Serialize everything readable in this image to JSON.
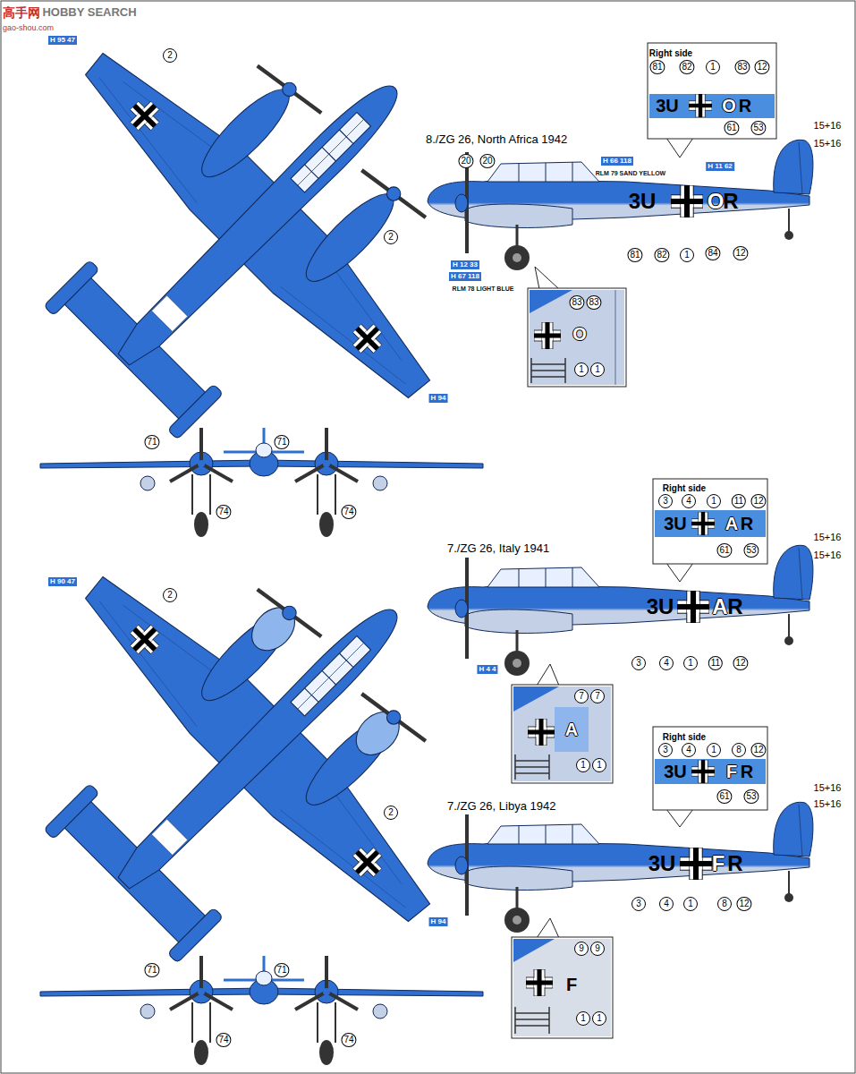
{
  "diagram": {
    "labels": [
      "高手网",
      "HOBBY SEARCH",
      "gao-shou.com",
      "2",
      "2",
      "H 95 47",
      "H 94",
      "Right side",
      "81",
      "82",
      "1",
      "83",
      "12",
      "3U",
      "O",
      "R",
      "61",
      "53",
      "8./ZG 26, North Africa 1942",
      "20",
      "20",
      "H 66 118",
      "RLM 79 SAND YELLOW",
      "H 11 62",
      "15+16",
      "15+16",
      "3U",
      "O",
      "R",
      "81",
      "82",
      "1",
      "84",
      "12",
      "H 12 33",
      "H 67 118",
      "RLM 78 LIGHT BLUE",
      "83",
      "83",
      "O",
      "1",
      "1",
      "71",
      "71",
      "74",
      "74",
      "Right side",
      "3",
      "4",
      "1",
      "11",
      "12",
      "3U",
      "A",
      "R",
      "61",
      "53",
      "15+16",
      "15+16",
      "7./ZG 26, Italy 1941",
      "3U",
      "A",
      "R",
      "3",
      "4",
      "1",
      "11",
      "12",
      "H 4 4",
      "7",
      "7",
      "A",
      "1",
      "1",
      "2",
      "2",
      "H 90 47",
      "H 94",
      "71",
      "71",
      "74",
      "74",
      "Right side",
      "3",
      "4",
      "1",
      "8",
      "12",
      "3U",
      "F",
      "R",
      "61",
      "53",
      "15+16",
      "15+16",
      "7./ZG 26, Libya 1942",
      "3U",
      "F",
      "R",
      "3",
      "4",
      "1",
      "8",
      "12",
      "9",
      "9",
      "F",
      "1",
      "1"
    ]
  }
}
